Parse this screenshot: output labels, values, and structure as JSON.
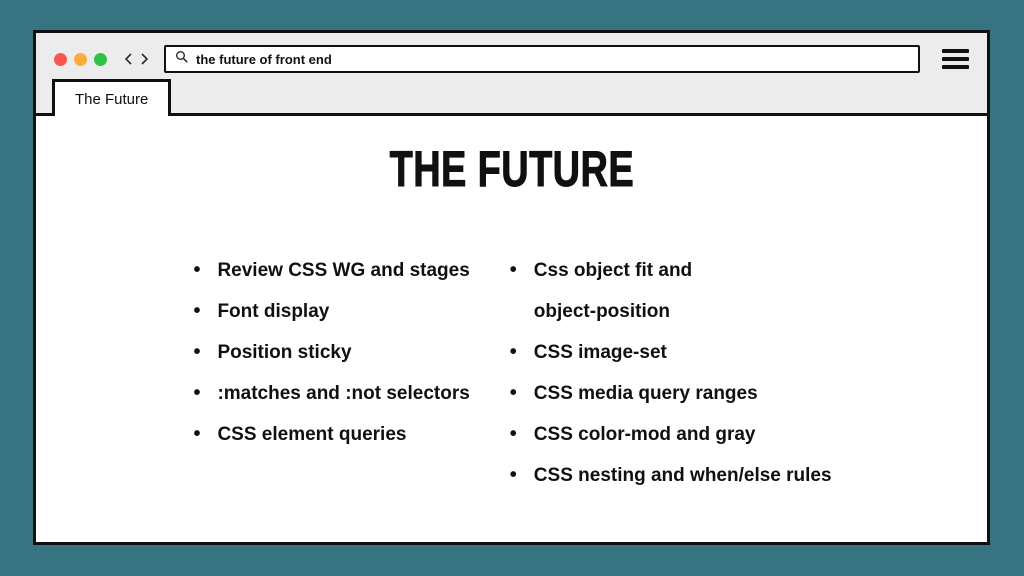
{
  "colors": {
    "background": "#377482",
    "window_bg": "#ffffff",
    "toolbar_bg": "#ececec",
    "border": "#101010",
    "traffic_red": "#fb5550",
    "traffic_yellow": "#fbab38",
    "traffic_green": "#2fc345"
  },
  "icons": {
    "back": "chevron-left",
    "forward": "chevron-right",
    "search": "magnifier",
    "menu": "hamburger"
  },
  "browser": {
    "search_query": "the future of front end",
    "tab_label": "The Future"
  },
  "slide": {
    "title": "THE FUTURE",
    "left_items": [
      "Review CSS WG and stages",
      "Font display",
      "Position sticky",
      ":matches and :not selectors",
      "CSS element queries"
    ],
    "right_items": [
      "Css object fit and\nobject-position",
      "CSS image-set",
      "CSS media query ranges",
      "CSS color-mod and gray",
      "CSS nesting and when/else rules"
    ]
  }
}
